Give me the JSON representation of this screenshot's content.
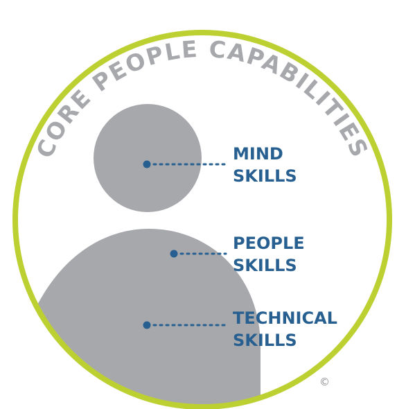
{
  "title": "CORE PEOPLE CAPABILITIES",
  "skills": [
    {
      "line1": "MIND",
      "line2": "SKILLS"
    },
    {
      "line1": "PEOPLE",
      "line2": "SKILLS"
    },
    {
      "line1": "TECHNICAL",
      "line2": "SKILLS"
    }
  ],
  "copyright": "©",
  "colors": {
    "ring": "#bcd032",
    "figure": "#a7a8ac",
    "title": "#a7a8ac",
    "label": "#265f90",
    "connector": "#265f90"
  },
  "icons": {
    "figure": "person-silhouette-icon"
  }
}
